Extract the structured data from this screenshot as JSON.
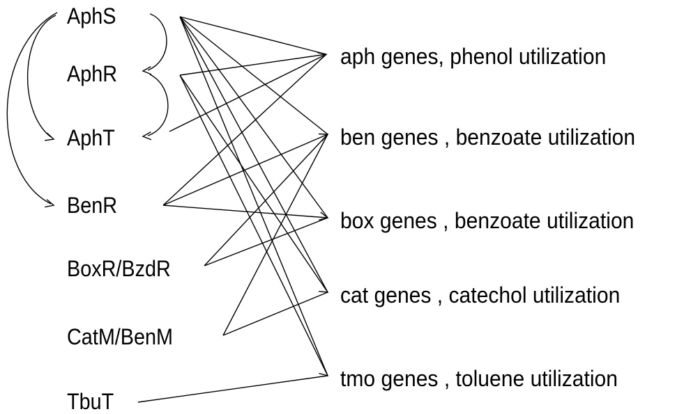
{
  "regulators": [
    {
      "id": "aphs",
      "label": "AphS"
    },
    {
      "id": "aphr",
      "label": "AphR"
    },
    {
      "id": "apht",
      "label": "AphT"
    },
    {
      "id": "benr",
      "label": "BenR"
    },
    {
      "id": "boxr",
      "label": "BoxR/BzdR"
    },
    {
      "id": "catm",
      "label": "CatM/BenM"
    },
    {
      "id": "tbut",
      "label": "TbuT"
    }
  ],
  "targets": [
    {
      "id": "aph",
      "label": "aph genes, phenol utilization"
    },
    {
      "id": "ben",
      "label": "ben genes , benzoate utilization"
    },
    {
      "id": "box",
      "label": "box genes , benzoate utilization"
    },
    {
      "id": "cat",
      "label": "cat genes , catechol utilization"
    },
    {
      "id": "tmo",
      "label": "tmo genes , toluene utilization"
    }
  ],
  "regulations": [
    {
      "from": "aphs",
      "to": "aph"
    },
    {
      "from": "aphs",
      "to": "ben"
    },
    {
      "from": "aphs",
      "to": "box"
    },
    {
      "from": "aphs",
      "to": "cat"
    },
    {
      "from": "aphs",
      "to": "tmo"
    },
    {
      "from": "aphr",
      "to": "aph"
    },
    {
      "from": "aphr",
      "to": "cat"
    },
    {
      "from": "aphr",
      "to": "tmo"
    },
    {
      "from": "apht",
      "to": "aph"
    },
    {
      "from": "benr",
      "to": "aph"
    },
    {
      "from": "benr",
      "to": "ben"
    },
    {
      "from": "benr",
      "to": "box"
    },
    {
      "from": "boxr",
      "to": "ben"
    },
    {
      "from": "boxr",
      "to": "box"
    },
    {
      "from": "catm",
      "to": "ben"
    },
    {
      "from": "catm",
      "to": "cat"
    },
    {
      "from": "tbut",
      "to": "tmo"
    }
  ],
  "cross_regulations": [
    {
      "from": "aphs",
      "to": "aphr"
    },
    {
      "from": "aphr",
      "to": "apht"
    },
    {
      "from": "aphs",
      "to": "apht"
    },
    {
      "from": "aphs",
      "to": "benr"
    }
  ]
}
